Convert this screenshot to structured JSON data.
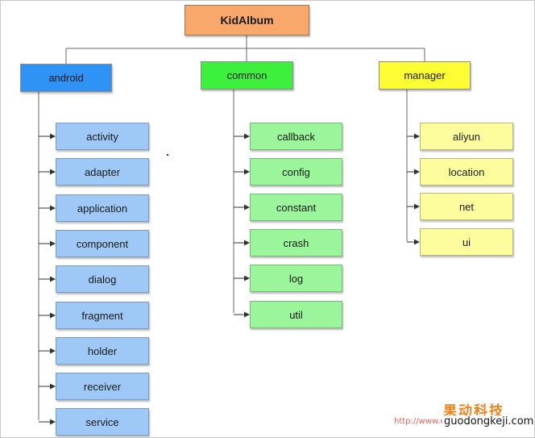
{
  "root": {
    "label": "KidAlbum"
  },
  "branches": {
    "android": {
      "label": "android",
      "children": [
        "activity",
        "adapter",
        "application",
        "component",
        "dialog",
        "fragment",
        "holder",
        "receiver",
        "service"
      ]
    },
    "common": {
      "label": "common",
      "children": [
        "callback",
        "config",
        "constant",
        "crash",
        "log",
        "util"
      ]
    },
    "manager": {
      "label": "manager",
      "children": [
        "aliyun",
        "location",
        "net",
        "ui"
      ]
    }
  },
  "watermark": {
    "chinese": "果动科技",
    "url": "http://www.c",
    "domain": "guodongkeji.com"
  }
}
